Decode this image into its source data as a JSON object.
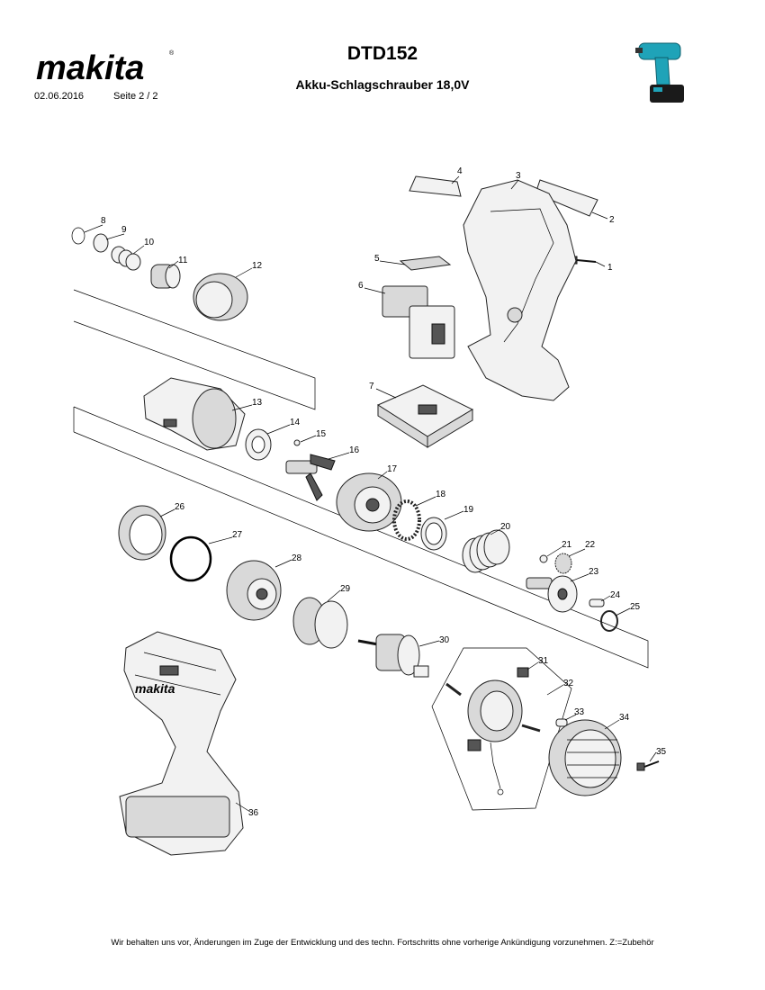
{
  "header": {
    "brand": "makita",
    "date": "02.06.2016",
    "page": "Seite  2   / 2",
    "model": "DTD152",
    "subtitle": "Akku-Schlagschrauber 18,0V"
  },
  "parts": [
    {
      "n": "1"
    },
    {
      "n": "2"
    },
    {
      "n": "3"
    },
    {
      "n": "4"
    },
    {
      "n": "5"
    },
    {
      "n": "6"
    },
    {
      "n": "7"
    },
    {
      "n": "8"
    },
    {
      "n": "9"
    },
    {
      "n": "10"
    },
    {
      "n": "11"
    },
    {
      "n": "12"
    },
    {
      "n": "13"
    },
    {
      "n": "14"
    },
    {
      "n": "15"
    },
    {
      "n": "16"
    },
    {
      "n": "17"
    },
    {
      "n": "18"
    },
    {
      "n": "19"
    },
    {
      "n": "20"
    },
    {
      "n": "21"
    },
    {
      "n": "22"
    },
    {
      "n": "23"
    },
    {
      "n": "24"
    },
    {
      "n": "25"
    },
    {
      "n": "26"
    },
    {
      "n": "27"
    },
    {
      "n": "28"
    },
    {
      "n": "29"
    },
    {
      "n": "30"
    },
    {
      "n": "31"
    },
    {
      "n": "32"
    },
    {
      "n": "33"
    },
    {
      "n": "34"
    },
    {
      "n": "35"
    },
    {
      "n": "36"
    }
  ],
  "footer": {
    "text": "Wir behalten uns vor, Änderungen im Zuge der Entwicklung und des techn. Fortschritts ohne vorherige Ankündigung vorzunehmen. Z:=Zubehör"
  },
  "colors": {
    "brand": "#000000",
    "tool_body": "#1fa3b8",
    "battery": "#1a1a1a"
  }
}
